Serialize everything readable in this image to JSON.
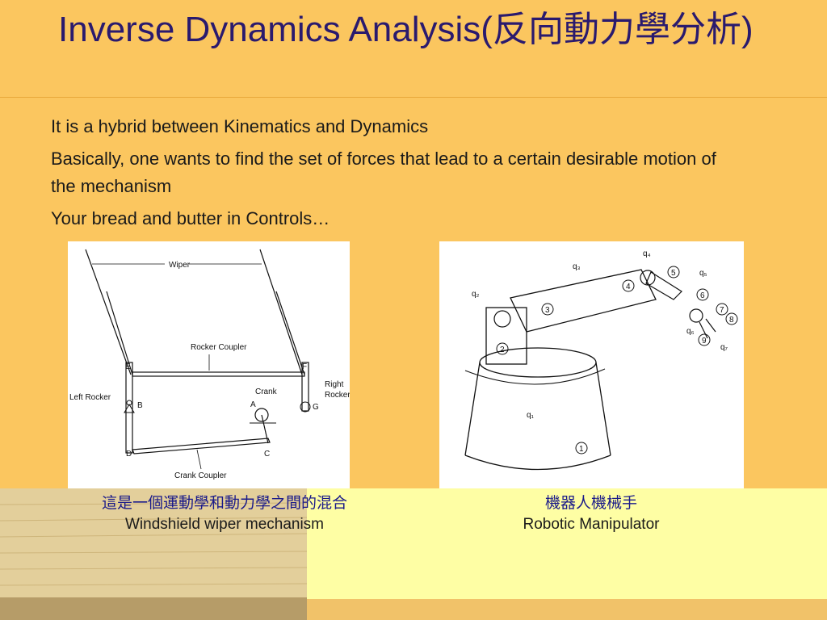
{
  "title": "Inverse Dynamics Analysis(反向動力學分析)",
  "bullets": [
    "It is a hybrid between Kinematics and Dynamics",
    "Basically, one wants to find the set of forces that lead to a certain desirable motion of the mechanism",
    "Your bread and butter in Controls…"
  ],
  "figures": {
    "wiper": {
      "caption_zh": "這是一個運動學和動力學之間的混合",
      "caption_en": "Windshield wiper mechanism",
      "labels": {
        "wiper": "Wiper",
        "rocker_coupler": "Rocker Coupler",
        "left_rocker": "Left Rocker",
        "right_rocker_1": "Right",
        "right_rocker_2": "Rocker",
        "crank": "Crank",
        "crank_coupler": "Crank Coupler",
        "E": "E",
        "F": "F",
        "A": "A",
        "B": "B",
        "C": "C",
        "D": "D",
        "G": "G"
      }
    },
    "arm": {
      "caption_zh": "機器人機械手",
      "caption_en": "Robotic Manipulator",
      "labels": {
        "q1": "q₁",
        "q2": "q₂",
        "q3": "q₃",
        "q4": "q₄",
        "q5": "q₅",
        "q6": "q₆",
        "q7": "q₇",
        "n1": "1",
        "n2": "2",
        "n3": "3",
        "n4": "4",
        "n5": "5",
        "n6": "6",
        "n7": "7",
        "n8": "8",
        "n9": "9"
      }
    }
  },
  "colors": {
    "background": "#fbc65f",
    "title": "#2a1a6e",
    "footer": "#fefea4"
  }
}
